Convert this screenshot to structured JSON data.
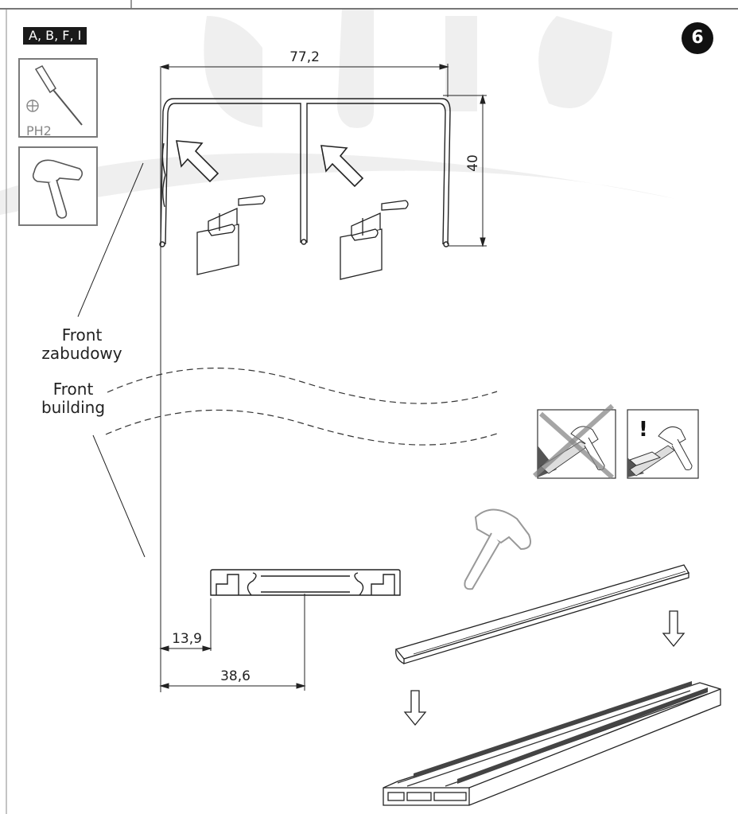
{
  "variant_badge": "A, B, F, I",
  "step_number": "6",
  "tools": {
    "screwdriver": {
      "icon": "screwdriver-icon",
      "label": "PH2"
    },
    "mallet": {
      "icon": "rubber-mallet-icon"
    }
  },
  "dimensions": {
    "width": "77,2",
    "height": "40",
    "offset_small": "13,9",
    "offset_large": "38,6"
  },
  "captions": {
    "front_pl_line1": "Front",
    "front_pl_line2": "zabudowy",
    "front_en_line1": "Front",
    "front_en_line2": "building"
  },
  "warning_mark": "!",
  "colors": {
    "badge_bg": "#1a1a1a",
    "step_bg": "#111111",
    "watermark": "#ececec"
  }
}
